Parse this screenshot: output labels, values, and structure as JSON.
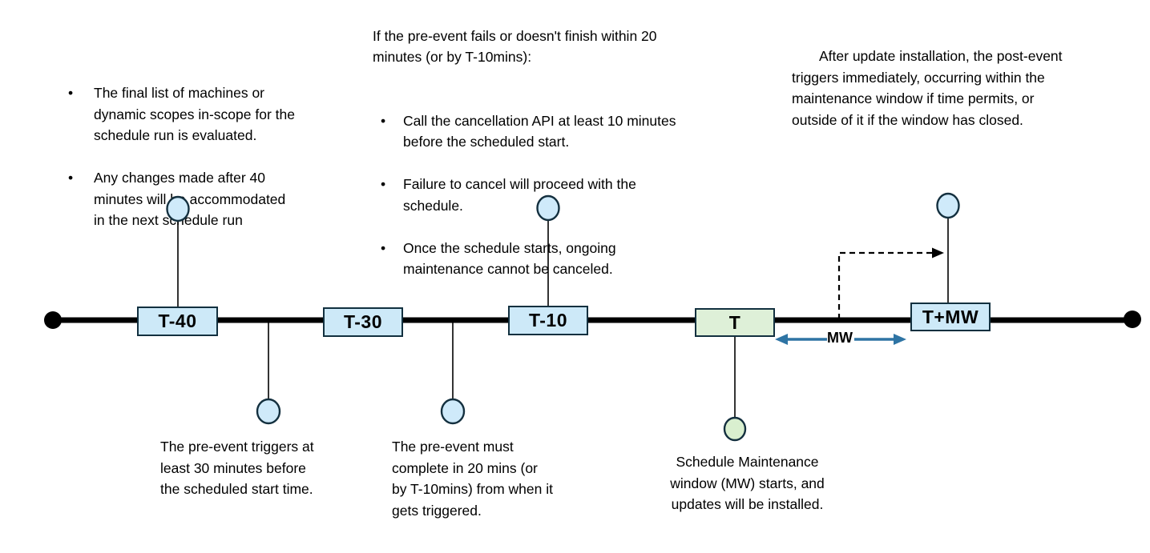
{
  "notes": {
    "schedule_run": {
      "bullets": [
        "The final list of machines or\ndynamic scopes in-scope for the\nschedule run is evaluated.",
        "Any changes made after 40\nminutes will be accommodated\nin the next schedule run"
      ]
    },
    "pre_event_fail": {
      "intro": "If the pre-event fails or doesn't finish within 20\nminutes (or by T-10mins):",
      "bullets": [
        "Call the cancellation API at least 10 minutes\nbefore the scheduled start.",
        "Failure to cancel will proceed with the\nschedule.",
        "Once the schedule starts, ongoing\nmaintenance cannot be canceled."
      ]
    },
    "post_event": {
      "text": "After update installation, the post-event\ntriggers immediately, occurring within the\nmaintenance window if time permits, or\noutside of it if the window has closed."
    },
    "pre_event_trigger": {
      "text": "The pre-event triggers at\nleast 30 minutes before\nthe scheduled start time."
    },
    "pre_event_complete": {
      "text": "The pre-event must\ncomplete in 20 mins (or\nby T-10mins) from when it\ngets triggered."
    },
    "mw_start": {
      "text": "Schedule Maintenance\nwindow (MW) starts, and\nupdates will be installed."
    }
  },
  "timeline": {
    "markers": [
      {
        "label": "T-40"
      },
      {
        "label": "T-30"
      },
      {
        "label": "T-10"
      },
      {
        "label": "T"
      },
      {
        "label": "T+MW"
      }
    ],
    "mw_label": "MW"
  },
  "colors": {
    "line_black": "#000000",
    "marker_blue_fill": "#cde9f8",
    "marker_green_fill": "#def0d8",
    "marker_border": "#12303f",
    "circle_blue_fill": "#cfeafa",
    "circle_green_fill": "#d9efcf",
    "circle_border": "#14303f",
    "arrow_blue": "#2e74a4"
  }
}
